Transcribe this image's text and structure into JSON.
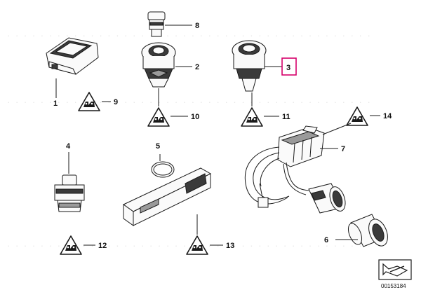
{
  "callouts": {
    "c1": "1",
    "c2": "2",
    "c3": "3",
    "c4": "4",
    "c5": "5",
    "c6": "6",
    "c7": "7",
    "c8": "8",
    "c9": "9",
    "c10": "10",
    "c11": "11",
    "c12": "12",
    "c13": "13",
    "c14": "14"
  },
  "highlighted_callout": "3",
  "highlight_color": "#d6006b",
  "diagram_ref": "00153184",
  "icons": {
    "warning": "warning-triangle-icon",
    "navigation": "next-arrow-icon"
  }
}
